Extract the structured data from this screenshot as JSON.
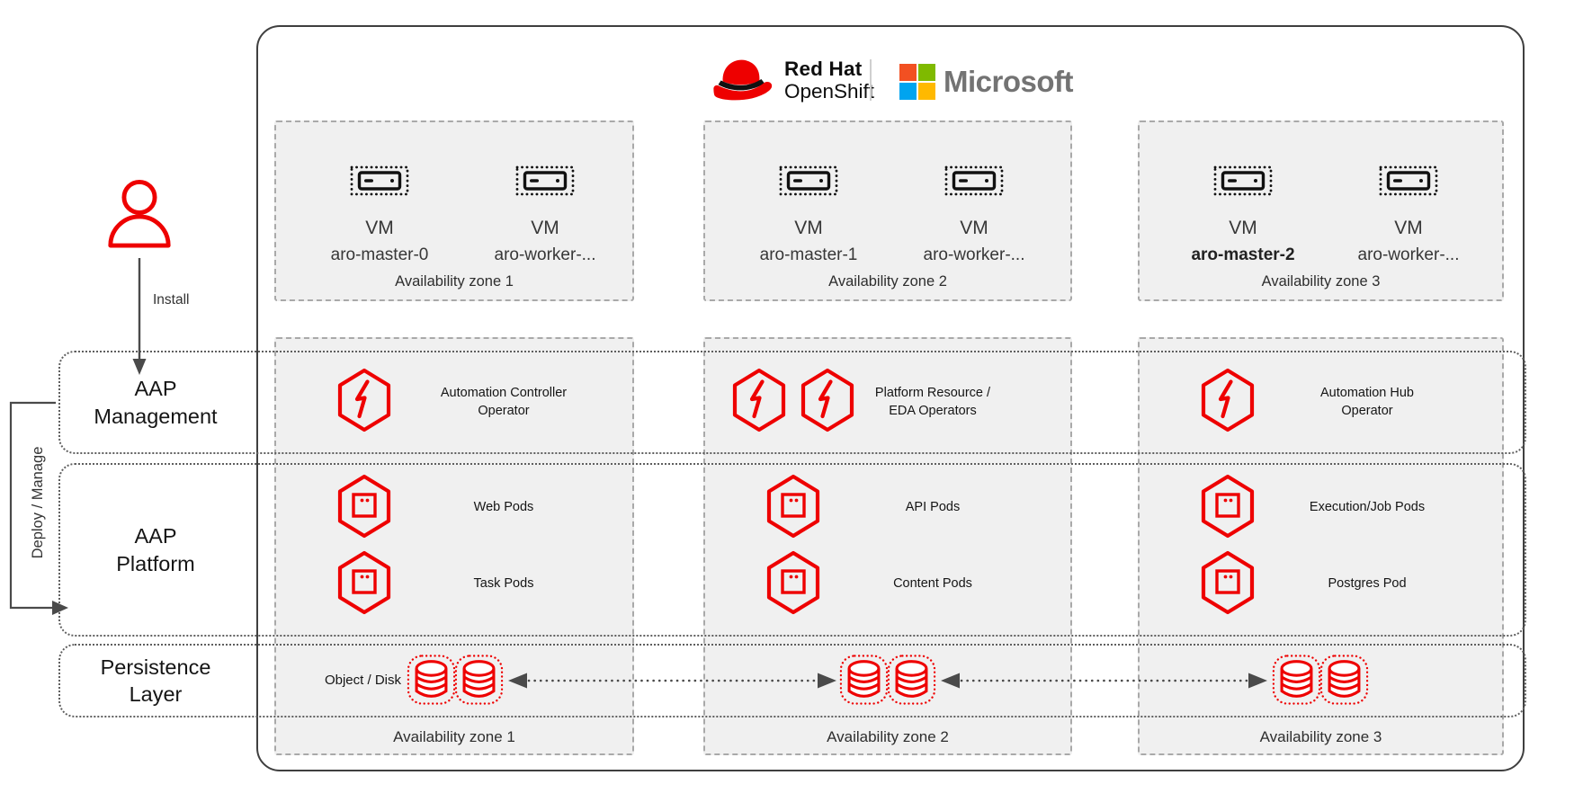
{
  "header": {
    "brand_primary": "Red Hat",
    "brand_product": "OpenShift",
    "partner": "Microsoft"
  },
  "left_panel": {
    "install_label": "Install",
    "deploy_label": "Deploy / Manage",
    "rows": {
      "management": "AAP\nManagement",
      "platform": "AAP\nPlatform",
      "persistence": "Persistence\nLayer"
    }
  },
  "zones": [
    {
      "az_top": "Availability zone 1",
      "az_bottom": "Availability zone 1",
      "vm1_type": "VM",
      "vm1_name": "aro-master-0",
      "vm2_type": "VM",
      "vm2_name": "aro-worker-...",
      "operator_label": "Automation Controller\nOperator",
      "pod1_label": "Web Pods",
      "pod2_label": "Task Pods",
      "storage_label": "Object / Disk"
    },
    {
      "az_top": "Availability zone 2",
      "az_bottom": "Availability zone 2",
      "vm1_type": "VM",
      "vm1_name": "aro-master-1",
      "vm2_type": "VM",
      "vm2_name": "aro-worker-...",
      "operator_label": "Platform Resource /\nEDA Operators",
      "pod1_label": "API Pods",
      "pod2_label": "Content Pods"
    },
    {
      "az_top": "Availability zone 3",
      "az_bottom": "Availability zone 3",
      "vm1_type": "VM",
      "vm1_name": "aro-master-2",
      "vm2_type": "VM",
      "vm2_name": "aro-worker-...",
      "operator_label": "Automation Hub\nOperator",
      "pod1_label": "Execution/Job Pods",
      "pod2_label": "Postgres Pod"
    }
  ],
  "colors": {
    "redhat_red": "#ee0000",
    "container_border": "#3f3f3f",
    "zone_fill": "#f0f0f0",
    "zone_dash_border": "#a9a9a9",
    "band_dotted_border": "#5f5f5f",
    "arrow_gray": "#4a4a4a",
    "ms_orange": "#f25022",
    "ms_green": "#7fba00",
    "ms_blue": "#00a4ef",
    "ms_yellow": "#ffb900",
    "microsoft_text_gray": "#737373"
  }
}
